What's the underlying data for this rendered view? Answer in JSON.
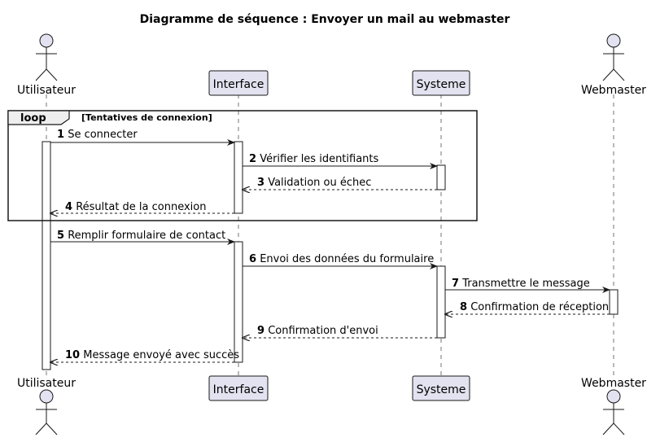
{
  "title": "Diagramme de séquence : Envoyer un mail au webmaster",
  "participants": {
    "utilisateur": "Utilisateur",
    "interface": "Interface",
    "systeme": "Systeme",
    "webmaster": "Webmaster"
  },
  "loop": {
    "keyword": "loop",
    "condition": "[Tentatives de connexion]"
  },
  "messages": [
    {
      "num": "1",
      "text": "Se connecter"
    },
    {
      "num": "2",
      "text": "Vérifier les identifiants"
    },
    {
      "num": "3",
      "text": "Validation ou échec"
    },
    {
      "num": "4",
      "text": "Résultat de la connexion"
    },
    {
      "num": "5",
      "text": "Remplir formulaire de contact"
    },
    {
      "num": "6",
      "text": "Envoi des données du formulaire"
    },
    {
      "num": "7",
      "text": "Transmettre le message"
    },
    {
      "num": "8",
      "text": "Confirmation de réception"
    },
    {
      "num": "9",
      "text": "Confirmation d'envoi"
    },
    {
      "num": "10",
      "text": "Message envoyé avec succès"
    }
  ],
  "colors": {
    "participant_fill": "#e2e2f0",
    "participant_stroke": "#181818",
    "line": "#181818"
  }
}
